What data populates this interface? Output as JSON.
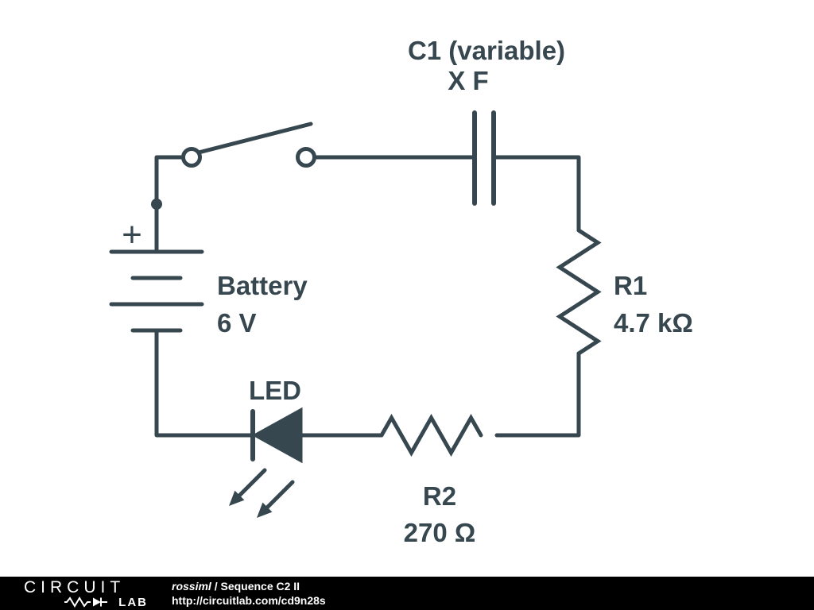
{
  "colors": {
    "circuit": "#37474F",
    "background": "#ffffff",
    "footer_bg": "#000000",
    "footer_text": "#ffffff"
  },
  "components": {
    "capacitor": {
      "label": "C1 (variable)",
      "value": "X F"
    },
    "battery": {
      "label": "Battery",
      "value": "6 V",
      "polarity": "+"
    },
    "r1": {
      "label": "R1",
      "value": "4.7 kΩ"
    },
    "r2": {
      "label": "R2",
      "value": "270 Ω"
    },
    "led": {
      "label": "LED"
    }
  },
  "footer": {
    "logo_top": "CIRCUIT",
    "logo_bottom": "LAB",
    "author": "rossiml",
    "title_rest": " / Sequence C2 II",
    "url": "http://circuitlab.com/cd9n28s"
  }
}
